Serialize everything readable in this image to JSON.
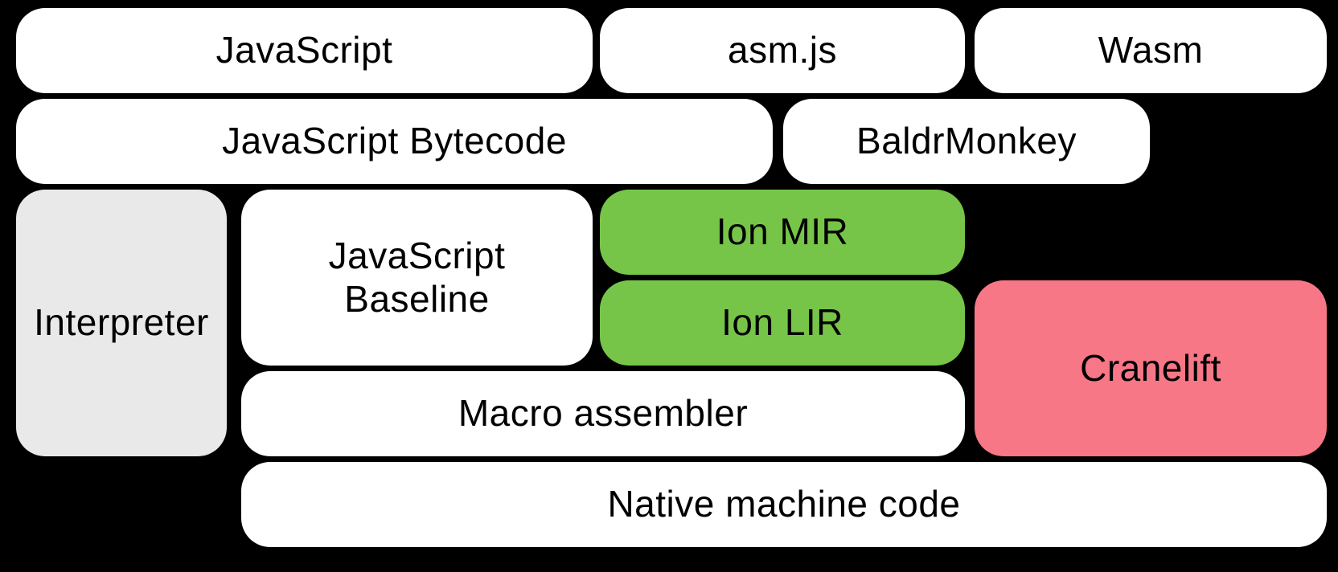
{
  "colors": {
    "background": "#000000",
    "box_white": "#ffffff",
    "box_gray": "#e9e9e9",
    "box_green": "#76c548",
    "box_pink": "#f77786",
    "text": "#000000"
  },
  "boxes": {
    "javascript": {
      "label": "JavaScript",
      "color": "white"
    },
    "asmjs": {
      "label": "asm.js",
      "color": "white"
    },
    "wasm": {
      "label": "Wasm",
      "color": "white"
    },
    "bytecode": {
      "label": "JavaScript Bytecode",
      "color": "white"
    },
    "baldrmonkey": {
      "label": "BaldrMonkey",
      "color": "white"
    },
    "interpreter": {
      "label": "Interpreter",
      "color": "gray"
    },
    "baseline": {
      "label": "JavaScript\nBaseline",
      "color": "white"
    },
    "ion_mir": {
      "label": "Ion MIR",
      "color": "green"
    },
    "ion_lir": {
      "label": "Ion LIR",
      "color": "green"
    },
    "cranelift": {
      "label": "Cranelift",
      "color": "pink"
    },
    "macro_assembler": {
      "label": "Macro assembler",
      "color": "white"
    },
    "native": {
      "label": "Native machine code",
      "color": "white"
    }
  }
}
